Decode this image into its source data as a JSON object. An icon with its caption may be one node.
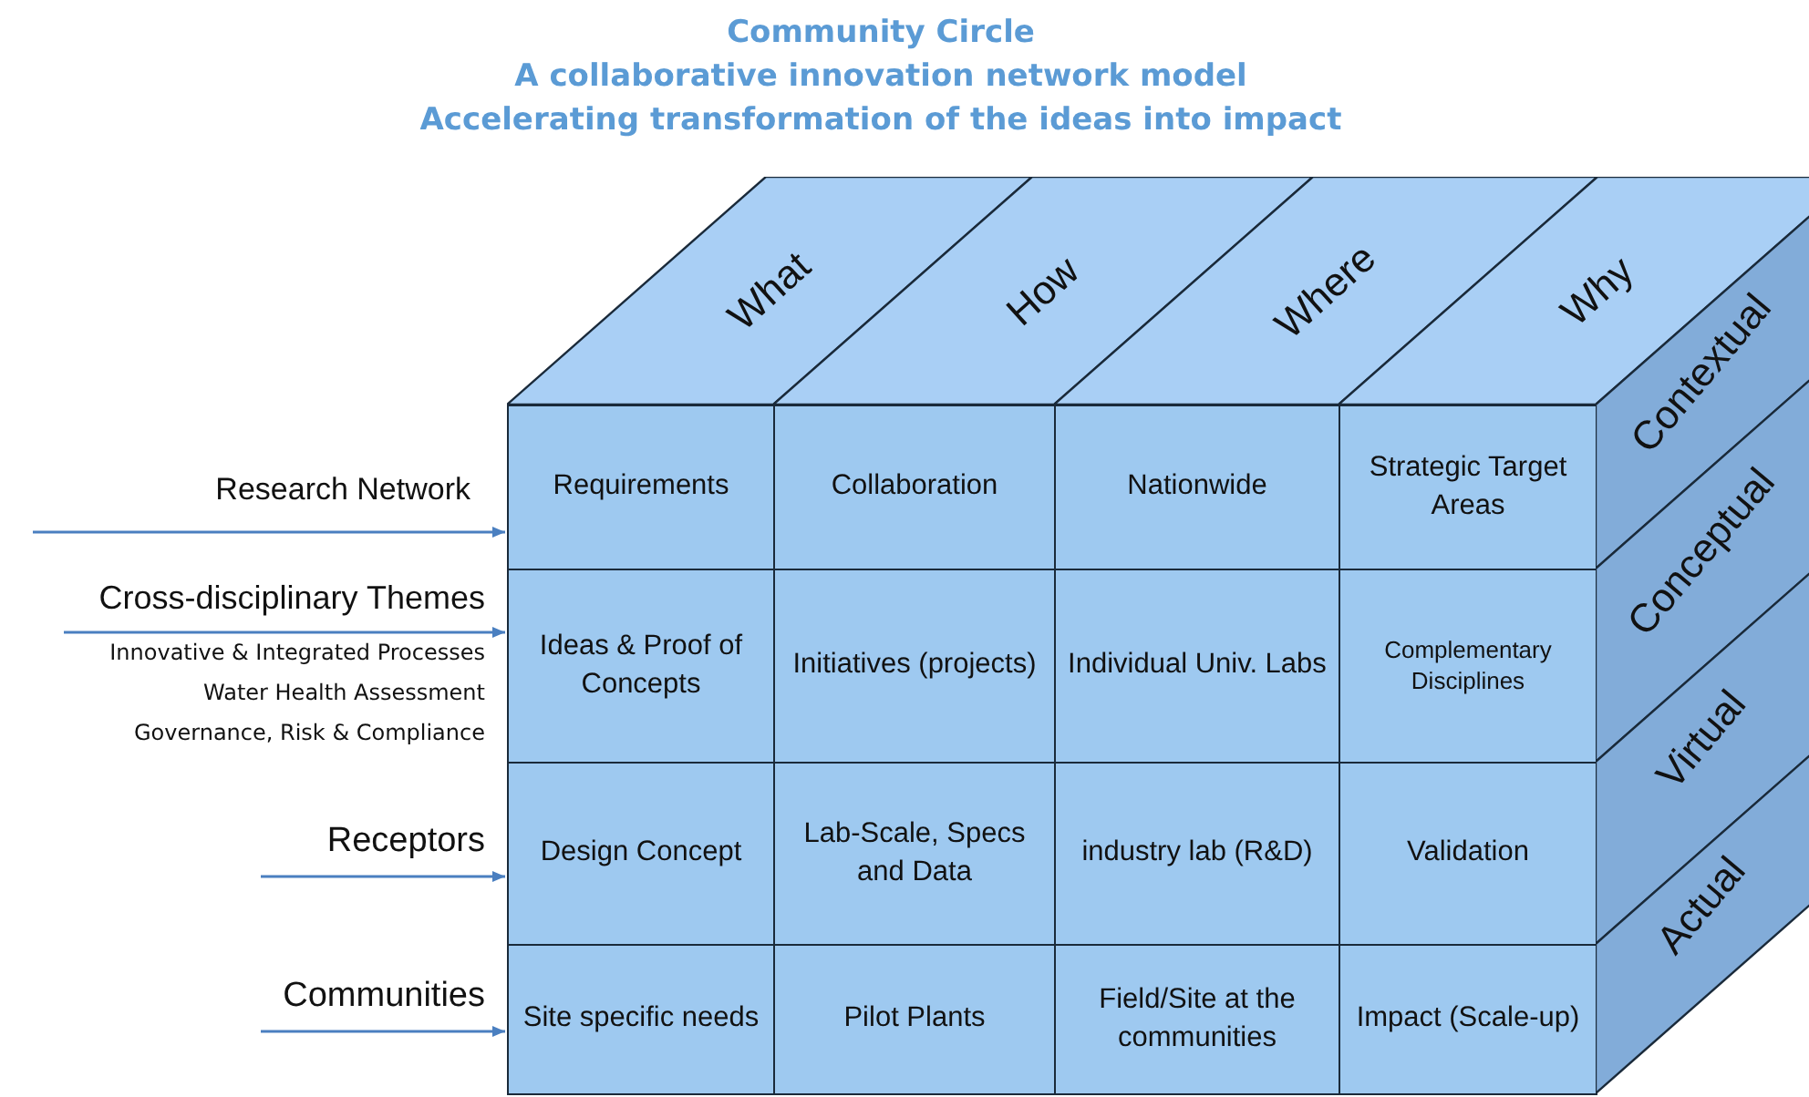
{
  "diagram": {
    "title": "Community Circle",
    "nodes": [
      {
        "text": [
          "What"
        ]
      },
      {
        "text": [
          "How"
        ]
      },
      {
        "text": [
          "Where"
        ]
      },
      {
        "text": [
          "Why"
        ]
      },
      {
        "text": [
          "Requirements"
        ]
      },
      {
        "text": [
          "Collaboration"
        ]
      },
      {
        "text": [
          "Nationwide"
        ]
      },
      {
        "text": [
          "Strategic Target Areas"
        ]
      },
      {
        "text": [
          "Ideas & Proof of Concepts"
        ]
      },
      {
        "text": [
          "Initiatives (projects)"
        ]
      },
      {
        "text": [
          "Individual Univ. Labs"
        ]
      },
      {
        "text": [
          "Complementary Disciplines"
        ]
      },
      {
        "text": [
          "Design Concept"
        ]
      },
      {
        "text": [
          "Lab-Scale, Specs and Data"
        ]
      },
      {
        "text": [
          "industry lab (R&D)"
        ]
      },
      {
        "text": [
          "Validation"
        ]
      },
      {
        "text": [
          "Site specific needs"
        ]
      },
      {
        "text": [
          "Pilot Plants"
        ]
      },
      {
        "text": [
          "Field/Site at the communities"
        ]
      },
      {
        "text": [
          "Impact (Scale-up)"
        ]
      },
      {
        "text": [
          "Contextual"
        ]
      },
      {
        "text": [
          "Conceptual"
        ]
      },
      {
        "text": [
          "Virtual"
        ]
      },
      {
        "text": [
          "Actual"
        ]
      }
    ],
    "edges": [
      {
        "from": null,
        "to": 4,
        "arrow": "to"
      },
      {
        "from": null,
        "to": 8,
        "arrow": "to"
      },
      {
        "from": null,
        "to": 12,
        "arrow": "to"
      },
      {
        "from": null,
        "to": 16,
        "arrow": "to"
      }
    ],
    "labels": [
      "A collaborative innovation network model",
      "Accelerating transformation of the ideas into impact",
      "Research Network",
      "Cross-disciplinary Themes",
      "Innovative & Integrated Processes",
      "Water Health Assessment",
      "Governance, Risk & Compliance",
      "Receptors",
      "Communities"
    ]
  }
}
